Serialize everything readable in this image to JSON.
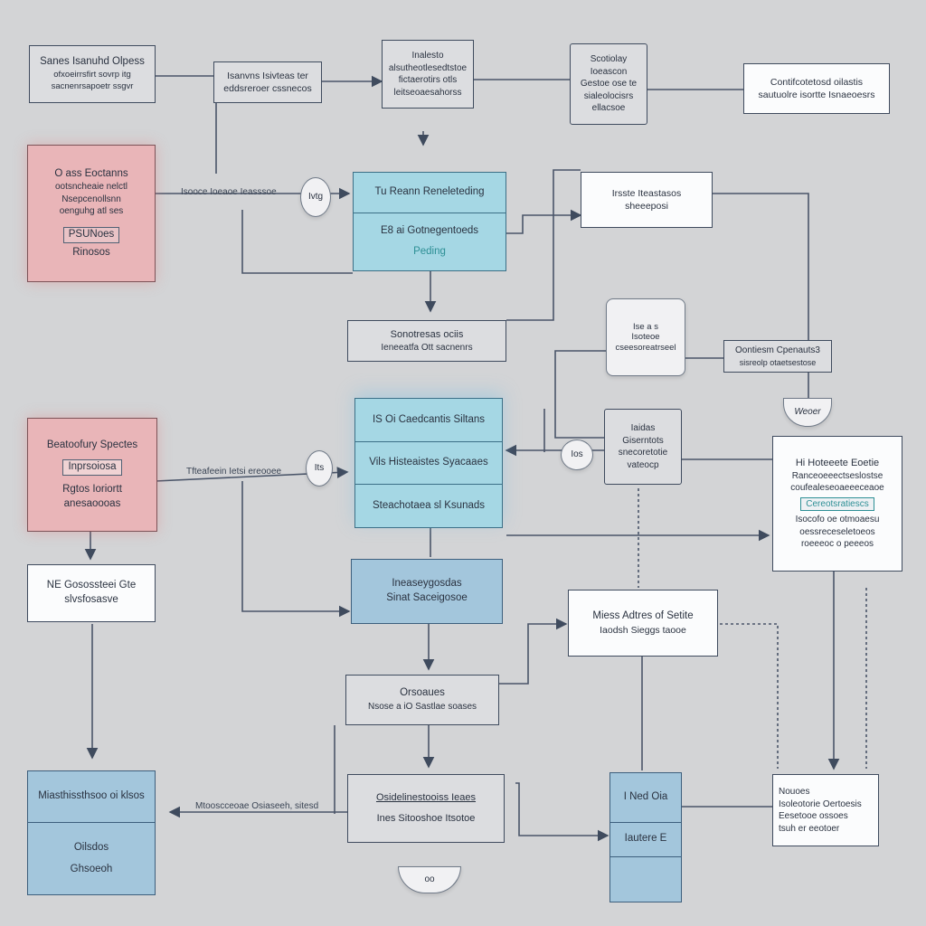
{
  "colors": {
    "background": "#d3d4d6",
    "line": "#3f4b5e",
    "red": "#e9b5b8",
    "cyan": "#a5d7e4",
    "blue": "#a3c6dc",
    "teal": "#2d8f95"
  },
  "nodes": {
    "n1": [
      "Sanes Isanuhd Olpess",
      "ofxoeirrsfirt sovrp itg",
      "sacnenrsapoetr ssgvr"
    ],
    "n2": [
      "Isanvns Isivteas ter",
      "eddsreroer cssnecos"
    ],
    "n3": [
      "Inalesto",
      "alsutheotlesedtstoe",
      "fictaerotirs otls",
      "leitseoaesahorss"
    ],
    "n4": [
      "Scotiolay",
      "Ioeascon",
      "Gestoe ose te",
      "sialeolocisrs",
      "ellacsoe"
    ],
    "n5": [
      "Contifcotetosd oilastis",
      "sautuolre isortte Isnaeoesrs"
    ],
    "n6": [
      "O ass Eoctanns",
      "ootsncheaie nelctl",
      "Nsepcenollsnn",
      "oenguhg atl ses",
      "PSUNoes",
      "Rinosos"
    ],
    "n7": [
      "Irsste Iteastasos",
      "sheeeposi"
    ],
    "n8a": "Tu Reann Reneleteding",
    "n8b": "E8 ai Gotnegentoeds",
    "n8c": "Peding",
    "n9": [
      "Sonotresas ociis",
      "Ieneeatfa Ott sacnenrs"
    ],
    "n10a": "IS Oi Caedcantis Siltans",
    "n10b": "Vils Histeaistes Syacaaes",
    "n10c": "Steachotaea sl Ksunads",
    "n11": [
      "Beatoofury Spectes",
      "Inprsoiosa",
      "Rgtos Ioriortt",
      "anesaoooas"
    ],
    "n12": [
      "Oontiesm Cpenauts3",
      "sisreolp otaetsestose"
    ],
    "n13": [
      "Iaidas",
      "Giserntots",
      "snecoretotie",
      "vateocp"
    ],
    "n14": [
      "Hi Hoteeete Eoetie",
      "Ranceoeeectseslostse",
      "coufealeseoaeeeceaoe",
      "Cereotsratiescs",
      "Isocofo oe otmoaesu",
      "oessreceseletoeos",
      "roeeeoc o peeeos"
    ],
    "n15": [
      "NE Gosossteei Gte",
      "slvsfosasve"
    ],
    "n16": [
      "Ineaseygosdas",
      "Sinat Saceigosoe"
    ],
    "n17": [
      "Miess Adtres of Setite",
      "Iaodsh Sieggs taooe"
    ],
    "n18": [
      "Orsoaues",
      "Nsose a iO Sastlae soases"
    ],
    "n19a": "Miasthissthsoo oi klsos",
    "n19b": "Oilsdos",
    "n19c": "Ghsoeoh",
    "n20": [
      "Osidelinestooiss Ieaes",
      "Ines Sitooshoe Itsotoe"
    ],
    "n21a": "I Ned Oia",
    "n21b": "Iautere E",
    "n22": [
      "Nouoes",
      "Isoleotorie Oertoesis",
      "Eesetooe ossoes",
      "tsuh er eeotoer"
    ]
  },
  "notes": {
    "t1": "Isooce Ioeaoe Ieasssoe",
    "t2": "Tfteafeein Ietsi ereooee",
    "t3": "Mtooscceoae Osiaseeh, sitesd"
  },
  "bubbles": {
    "b1": "Ivtg",
    "b2": "Its",
    "b3": [
      "Ise a s",
      "Isoteoe",
      "cseesoreatrseel"
    ],
    "b4": "Weoer",
    "b5": "Ios",
    "b6": "oo"
  }
}
